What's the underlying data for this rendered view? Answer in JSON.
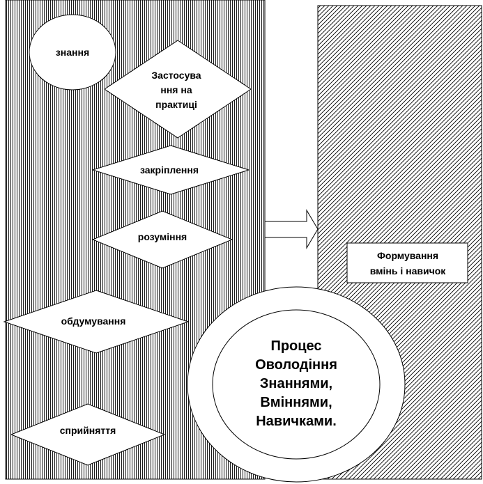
{
  "nodes": {
    "znannia": "знання",
    "zastosuvannia": [
      "Застосува",
      "ння на",
      "практиці"
    ],
    "zakriplennia": "закріплення",
    "rozuminnia": "розуміння",
    "obdumuvannia": "обдумування",
    "spryiniattia": "сприйняття"
  },
  "result_box": [
    "Формування",
    "вмінь і навичок"
  ],
  "process_circle": [
    "Процес",
    "Оволодіння",
    "Знаннями,",
    "Вміннями,",
    "Навичками."
  ],
  "colors": {
    "stroke": "#000000",
    "fill": "#ffffff",
    "hatch": "#000000"
  }
}
